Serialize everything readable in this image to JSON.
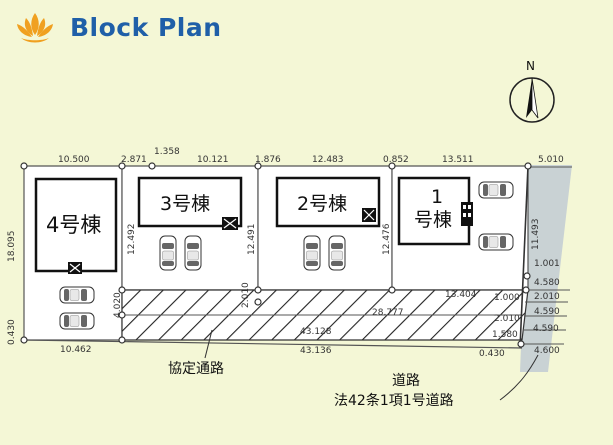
{
  "header": {
    "title": "Block Plan"
  },
  "compass": {
    "north_label": "N"
  },
  "buildings": {
    "b4": "4号棟",
    "b3": "3号棟",
    "b2": "2号棟",
    "b1_line1": "1",
    "b1_line2": "号棟"
  },
  "labels": {
    "private_road": "協定通路",
    "public_road_line1": "道路",
    "public_road_line2": "法42条1項1号道路"
  },
  "dimensions": {
    "top_1": "10.500",
    "top_2": "2.871",
    "top_3": "1.358",
    "top_4": "10.121",
    "top_5": "1.876",
    "top_6": "12.483",
    "top_7": "0.852",
    "top_8": "13.511",
    "top_9": "5.010",
    "left_side": "18.095",
    "left_bottom": "0.430",
    "bottom_1": "10.462",
    "bottom_2": "43.136",
    "mid_1": "43.128",
    "mid_2": "28.777",
    "mid_3": "13.404",
    "v_b3": "12.492",
    "v_b2": "12.491",
    "v_b1": "12.476",
    "v_4020": "4.020",
    "v_2010": "2.010",
    "right_11493": "11.493",
    "r_1001": "1.001",
    "r_1000": "1.000",
    "r_2010": "2.010",
    "r_1580": "1.580",
    "r_0430": "0.430",
    "road_4580": "4.580",
    "road_2010": "2.010",
    "road_4590a": "4.590",
    "road_4590b": "4.590",
    "road_4600": "4.600"
  },
  "colors": {
    "background": "#f4f7d6",
    "title_blue": "#1f5fa8",
    "logo_orange": "#f0a020",
    "road_gray": "#c9d2d4"
  }
}
